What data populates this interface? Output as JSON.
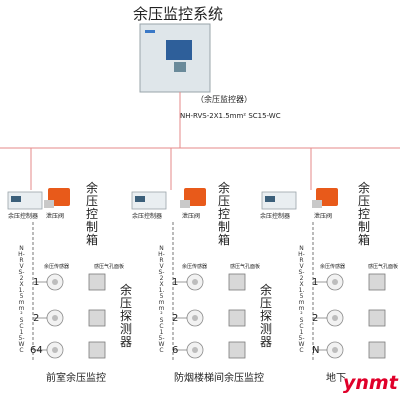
{
  "title": "余压监控系统",
  "main_device_label": "（余压监控器）",
  "main_cable": "NH-RVS-2X1.5mm² SC15-WC",
  "controller_label": "余压控制器",
  "valve_label": "泄压阀",
  "cabinet_label": "余压控制箱",
  "detector_label": "余压探测器",
  "branch_cable": "NH-RVS-2X1.5mm² SC15-WC",
  "sensor_header": "余压传感器",
  "sensor_header_2": "感压气孔面板",
  "sections": [
    "前室余压监控",
    "防烟楼梯间余压监控",
    "地下"
  ],
  "indices": [
    "1",
    "2",
    "64",
    "1",
    "2",
    "6",
    "1",
    "2",
    "N"
  ],
  "watermark": "ynmt",
  "colors": {
    "line": "#e03030",
    "orange": "#e85a1a",
    "device": "#dfe6ea"
  }
}
